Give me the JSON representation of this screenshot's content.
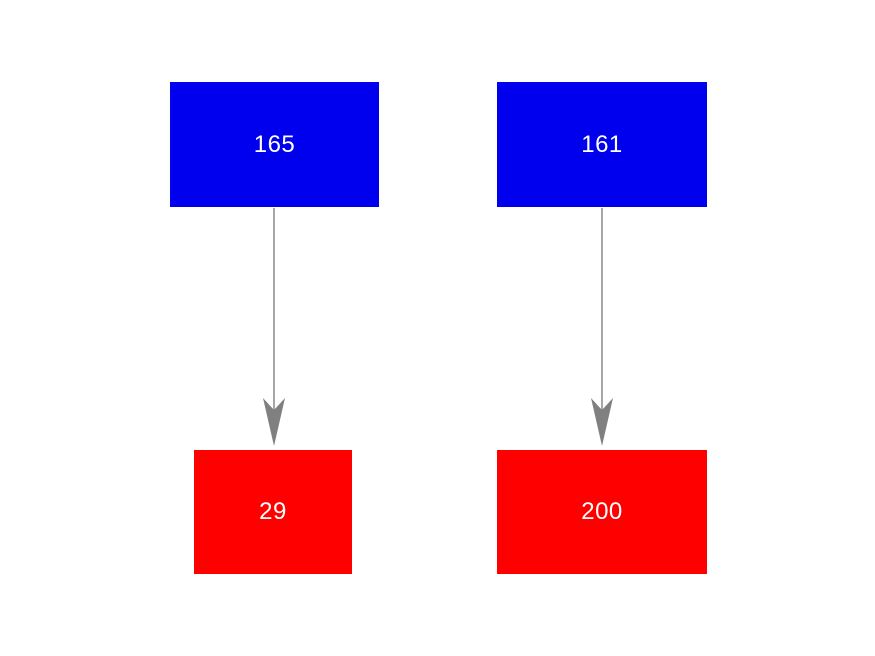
{
  "diagram": {
    "background": "#ffffff",
    "nodes": [
      {
        "id": "top-left",
        "label": "165",
        "color": "#0000ee",
        "text_color": "#ffffff",
        "shape": "rect"
      },
      {
        "id": "top-right",
        "label": "161",
        "color": "#0000ee",
        "text_color": "#ffffff",
        "shape": "rect"
      },
      {
        "id": "bottom-left",
        "label": "29",
        "color": "#ff0000",
        "text_color": "#ffffff",
        "shape": "rect"
      },
      {
        "id": "bottom-right",
        "label": "200",
        "color": "#ff0000",
        "text_color": "#ffffff",
        "shape": "rect"
      }
    ],
    "edges": [
      {
        "from": "top-left",
        "to": "bottom-left",
        "color": "#808080",
        "direction": "down"
      },
      {
        "from": "top-right",
        "to": "bottom-right",
        "color": "#808080",
        "direction": "down"
      }
    ]
  }
}
